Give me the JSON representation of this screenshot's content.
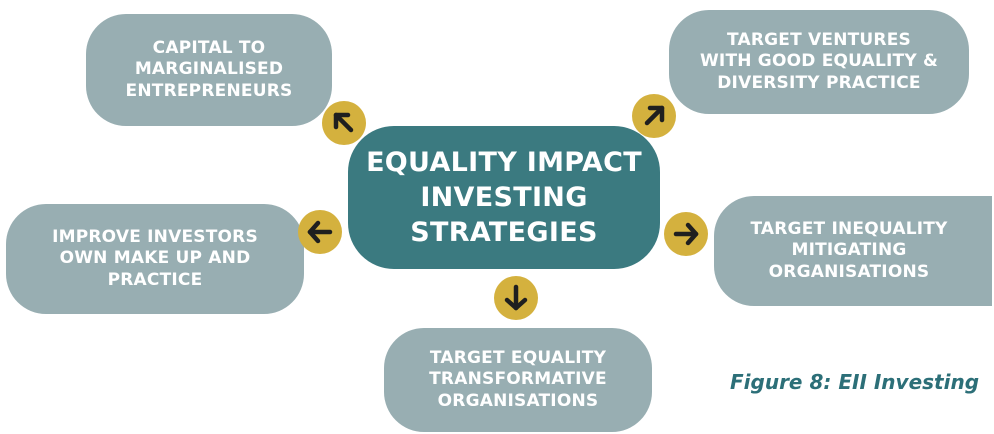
{
  "diagram": {
    "center": [
      "EQUALITY IMPACT",
      "INVESTING",
      "STRATEGIES"
    ],
    "nodes": {
      "capital": [
        "CAPITAL TO",
        "MARGINALISED",
        "ENTREPRENEURS"
      ],
      "ventures": [
        "TARGET VENTURES",
        "WITH GOOD EQUALITY &",
        "DIVERSITY PRACTICE"
      ],
      "investors": [
        "IMPROVE INVESTORS",
        "OWN MAKE UP AND",
        "PRACTICE"
      ],
      "inequality": [
        "TARGET INEQUALITY",
        "MITIGATING",
        "ORGANISATIONS"
      ],
      "transformative": [
        "TARGET EQUALITY",
        "TRANSFORMATIVE",
        "ORGANISATIONS"
      ]
    },
    "caption": "Figure 8: EII Investing"
  },
  "colors": {
    "center": "#3b7a80",
    "node": "#98aeb2",
    "arrow_circle": "#d4b13e",
    "arrow_glyph": "#1f1f1f",
    "caption": "#2c6f78"
  }
}
